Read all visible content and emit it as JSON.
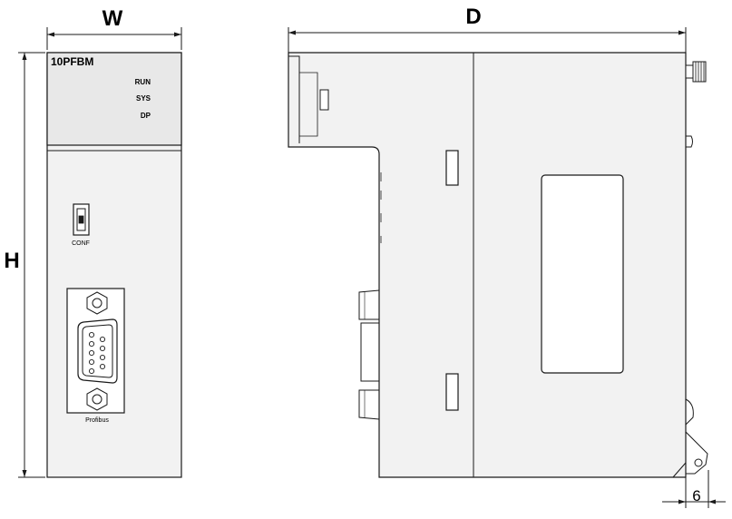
{
  "dimensions": {
    "width_label": "W",
    "depth_label": "D",
    "height_label": "H",
    "offset_label": "6"
  },
  "front_view": {
    "model": "10PFBM",
    "leds": [
      "RUN",
      "SYS",
      "DP"
    ],
    "conf_port_label": "CONF",
    "profibus_port_label": "Profibus"
  },
  "colors": {
    "line": "#1a1a1a",
    "header_fill": "#e8e8e8",
    "body_fill": "#f2f2f2",
    "background": "#ffffff"
  }
}
